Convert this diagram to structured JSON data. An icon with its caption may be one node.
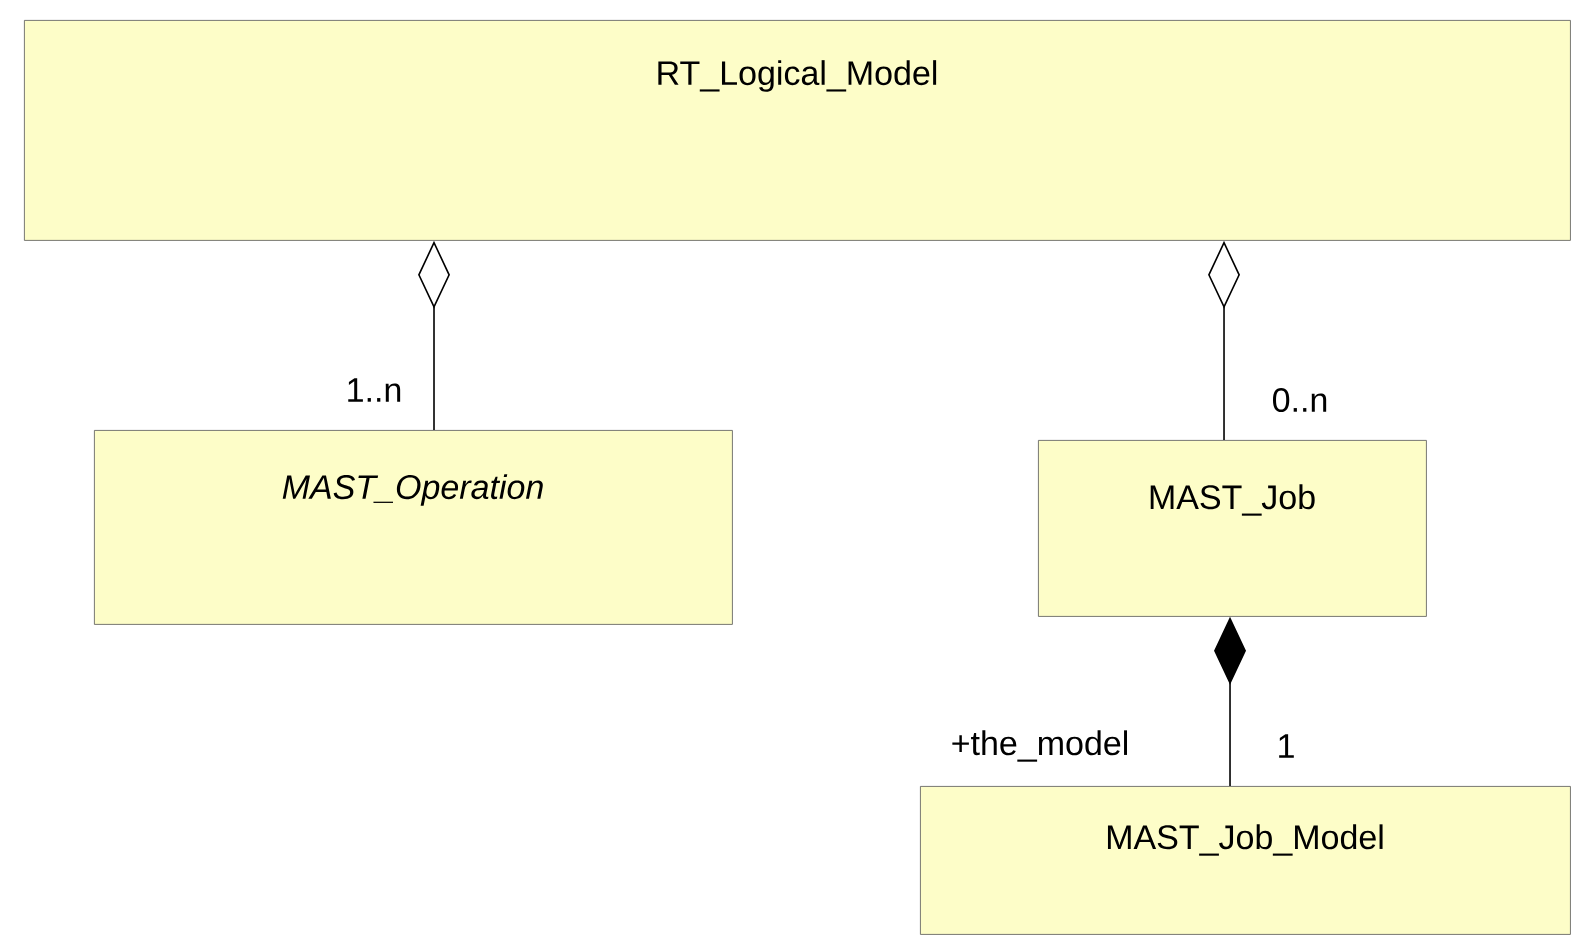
{
  "diagram": {
    "nodes": [
      {
        "text": [
          "RT_Logical_Model"
        ]
      },
      {
        "text": [
          "*MAST_Operation*"
        ]
      },
      {
        "text": [
          "MAST_Job"
        ]
      },
      {
        "text": [
          "MAST_Job_Model"
        ]
      }
    ],
    "edges": [
      {
        "from": 0,
        "to": 1,
        "arrow": "other",
        "label": "1..n"
      },
      {
        "from": 0,
        "to": 2,
        "arrow": "other",
        "label": "0..n"
      },
      {
        "from": 2,
        "to": 3,
        "arrow": "other",
        "label": "1"
      }
    ],
    "labels": [
      "+the_model"
    ]
  }
}
